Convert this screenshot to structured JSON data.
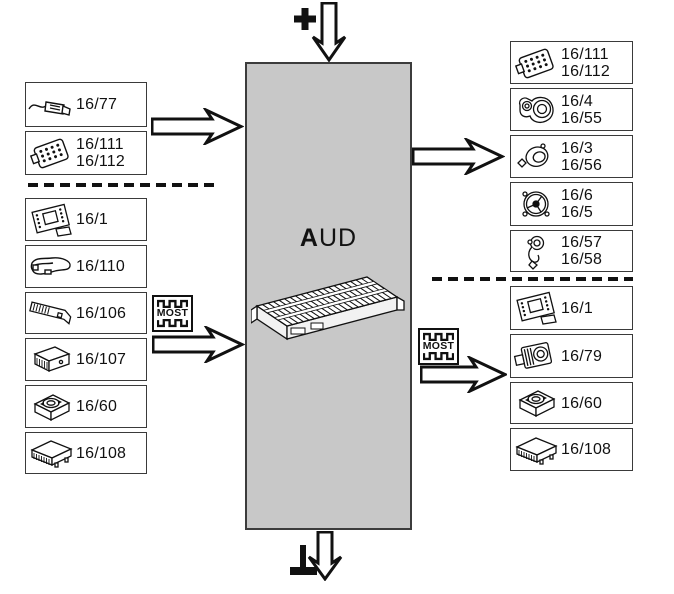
{
  "center_unit": {
    "name_bold": "A",
    "name_rest": "UD"
  },
  "symbols": {
    "most": "MOST",
    "plus": "+",
    "ground": "ground"
  },
  "left_column": {
    "top_items": [
      {
        "label_lines": [
          "16/77"
        ],
        "icon": "microphone-icon"
      },
      {
        "label_lines": [
          "16/111",
          "16/112"
        ],
        "icon": "keypad-icon"
      }
    ],
    "bottom_items": [
      {
        "label_lines": [
          "16/1"
        ],
        "icon": "head-unit-icon"
      },
      {
        "label_lines": [
          "16/110"
        ],
        "icon": "antenna-module-icon"
      },
      {
        "label_lines": [
          "16/106"
        ],
        "icon": "media-module-icon"
      },
      {
        "label_lines": [
          "16/107"
        ],
        "icon": "control-module-icon"
      },
      {
        "label_lines": [
          "16/60"
        ],
        "icon": "phone-module-icon"
      },
      {
        "label_lines": [
          "16/108"
        ],
        "icon": "flat-module-icon"
      }
    ]
  },
  "right_column": {
    "top_items": [
      {
        "label_lines": [
          "16/111",
          "16/112"
        ],
        "icon": "keypad-icon"
      },
      {
        "label_lines": [
          "16/4",
          "16/55"
        ],
        "icon": "speaker-bracket-icon"
      },
      {
        "label_lines": [
          "16/3",
          "16/56"
        ],
        "icon": "speaker-icon"
      },
      {
        "label_lines": [
          "16/6",
          "16/5"
        ],
        "icon": "speaker-frame-icon"
      },
      {
        "label_lines": [
          "16/57",
          "16/58"
        ],
        "icon": "tweeter-icon"
      }
    ],
    "bottom_items": [
      {
        "label_lines": [
          "16/1"
        ],
        "icon": "head-unit-icon"
      },
      {
        "label_lines": [
          "16/79"
        ],
        "icon": "subwoofer-icon"
      },
      {
        "label_lines": [
          "16/60"
        ],
        "icon": "phone-module-icon"
      },
      {
        "label_lines": [
          "16/108"
        ],
        "icon": "flat-module-icon"
      }
    ]
  },
  "colors": {
    "center_fill": "#c8c8c8",
    "line": "#111111",
    "background": "#ffffff"
  }
}
